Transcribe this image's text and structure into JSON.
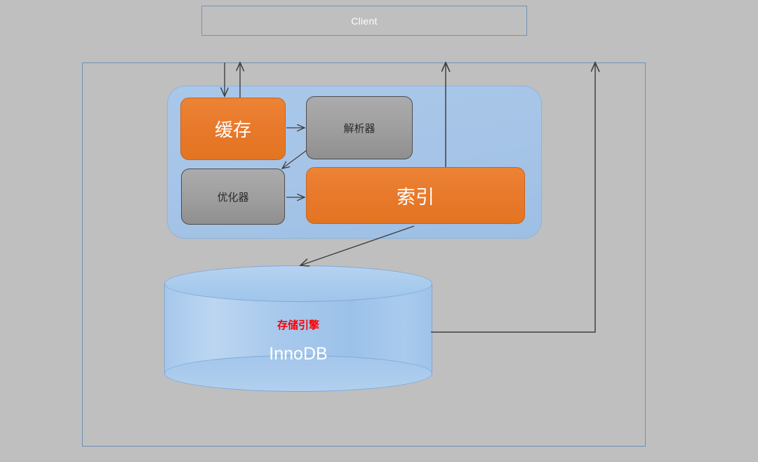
{
  "diagram": {
    "title_bar": {
      "client_label": "Client"
    },
    "server": {
      "nodes": [
        {
          "id": "cache",
          "label": "缓存",
          "kind": "orange"
        },
        {
          "id": "parser",
          "label": "解析器",
          "kind": "gray"
        },
        {
          "id": "optimizer",
          "label": "优化器",
          "kind": "gray"
        },
        {
          "id": "index",
          "label": "索引",
          "kind": "orange"
        }
      ]
    },
    "storage": {
      "engine_label": "存储引擎",
      "engine_name": "InnoDB"
    },
    "colors": {
      "background": "#bfbfbf",
      "frame_border": "#6e90b4",
      "client_border": "#7293b6",
      "container_blue": "#a7c6e8",
      "node_orange": "#e8782a",
      "node_gray": "#9e9e9e",
      "cylinder_blue": "#a8c9ec",
      "engine_label_red": "#fe0000",
      "arrow": "#404040"
    },
    "connections": [
      {
        "from": "client",
        "to": "cache",
        "dir": "down"
      },
      {
        "from": "cache",
        "to": "client",
        "dir": "up"
      },
      {
        "from": "cache",
        "to": "parser",
        "dir": "right"
      },
      {
        "from": "parser",
        "to": "optimizer",
        "dir": "down-left"
      },
      {
        "from": "optimizer",
        "to": "index",
        "dir": "right"
      },
      {
        "from": "index",
        "to": "storage",
        "dir": "down-left"
      },
      {
        "from": "index",
        "to": "client",
        "dir": "up"
      },
      {
        "from": "storage",
        "to": "client",
        "dir": "right-up"
      }
    ]
  }
}
